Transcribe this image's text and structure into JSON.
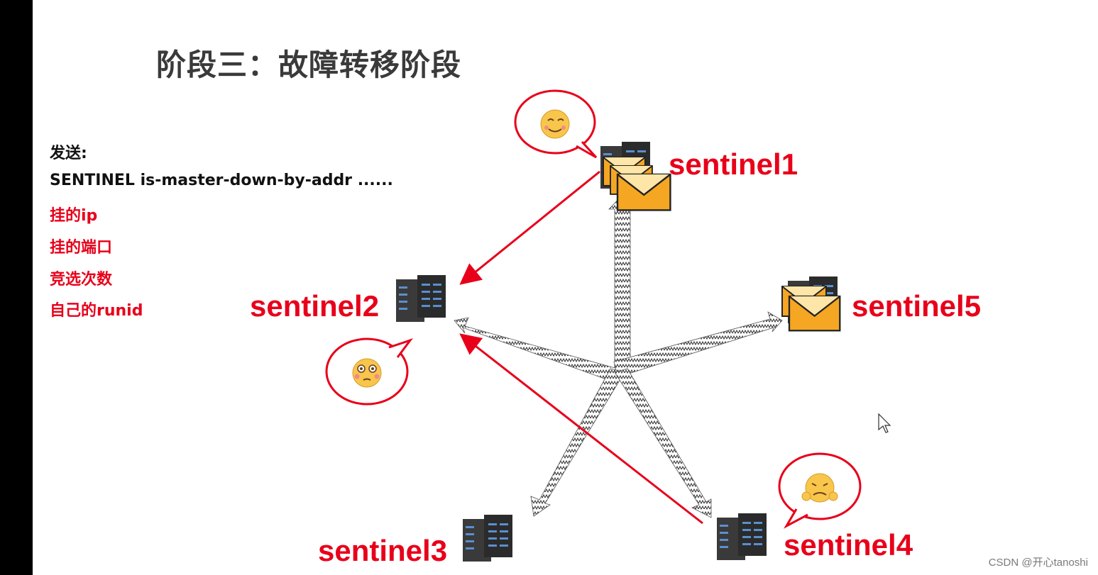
{
  "title": "阶段三：故障转移阶段",
  "send": {
    "label": "发送:",
    "command": "SENTINEL is-master-down-by-addr ......",
    "params": [
      "挂的ip",
      "挂的端口",
      "竞选次数",
      "自己的runid"
    ]
  },
  "nodes": {
    "sentinel1": "sentinel1",
    "sentinel2": "sentinel2",
    "sentinel3": "sentinel3",
    "sentinel4": "sentinel4",
    "sentinel5": "sentinel5"
  },
  "watermark": "CSDN @开心tanoshi",
  "colors": {
    "accent": "#e8001a",
    "mail": "#f5a623",
    "server": "#2b2b2b"
  },
  "icons": [
    "server-icon",
    "mail-icon",
    "smile-emoji-icon",
    "blush-emoji-icon",
    "worried-emoji-icon",
    "mouse-cursor-icon"
  ]
}
